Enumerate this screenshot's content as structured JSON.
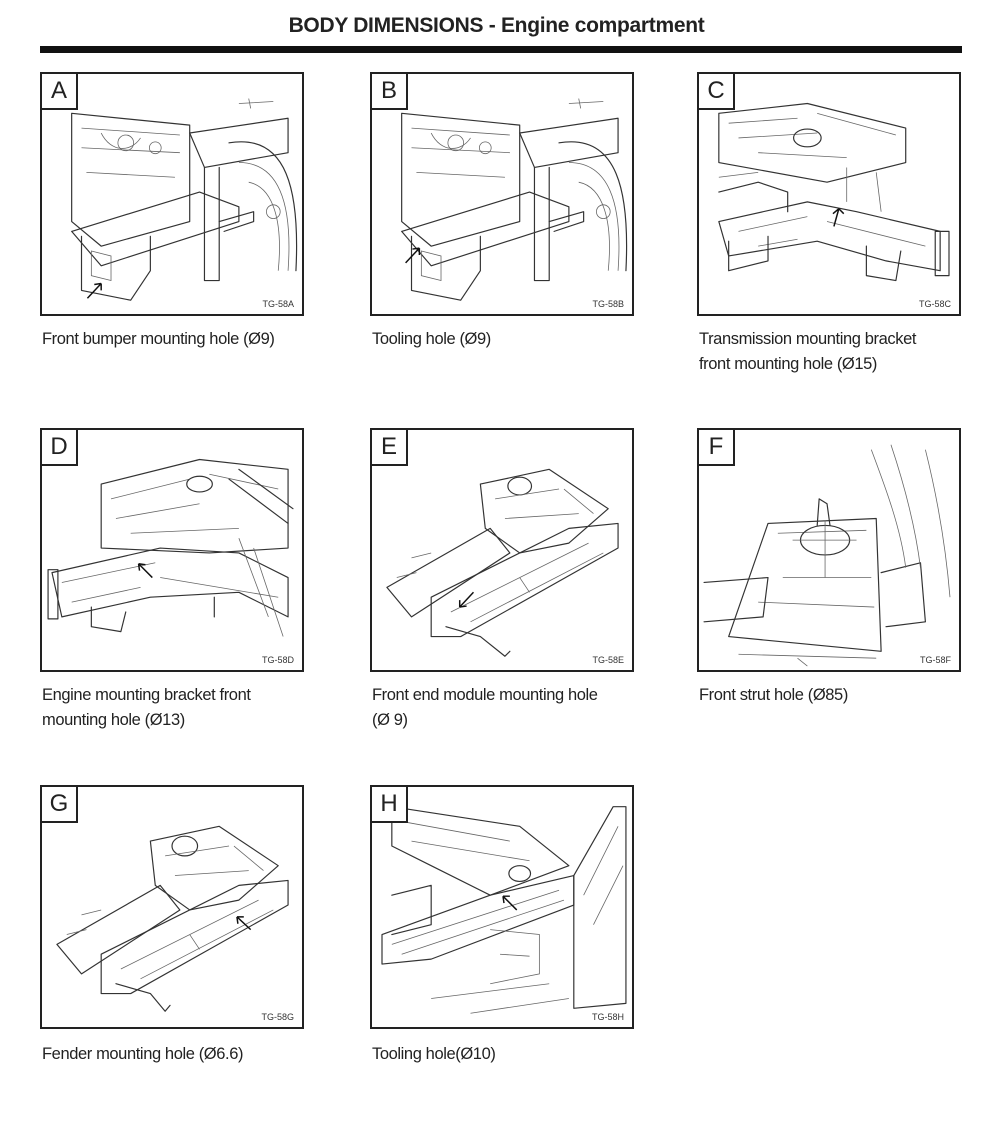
{
  "title": "BODY DIMENSIONS - Engine compartment",
  "figures": [
    {
      "letter": "A",
      "code": "TG-58A",
      "caption_lines": [
        "Front bumper mounting hole (Ø9)"
      ]
    },
    {
      "letter": "B",
      "code": "TG-58B",
      "caption_lines": [
        "Tooling hole (Ø9)"
      ]
    },
    {
      "letter": "C",
      "code": "TG-58C",
      "caption_lines": [
        "Transmission mounting bracket",
        "front mounting hole (Ø15)"
      ]
    },
    {
      "letter": "D",
      "code": "TG-58D",
      "caption_lines": [
        "Engine mounting bracket front",
        "mounting hole (Ø13)"
      ]
    },
    {
      "letter": "E",
      "code": "TG-58E",
      "caption_lines": [
        "Front end module mounting hole",
        "(Ø 9)"
      ]
    },
    {
      "letter": "F",
      "code": "TG-58F",
      "caption_lines": [
        "Front strut hole (Ø85)"
      ]
    },
    {
      "letter": "G",
      "code": "TG-58G",
      "caption_lines": [
        "Fender mounting hole  (Ø6.6)"
      ]
    },
    {
      "letter": "H",
      "code": "TG-58H",
      "caption_lines": [
        "Tooling hole(Ø10)"
      ]
    }
  ]
}
